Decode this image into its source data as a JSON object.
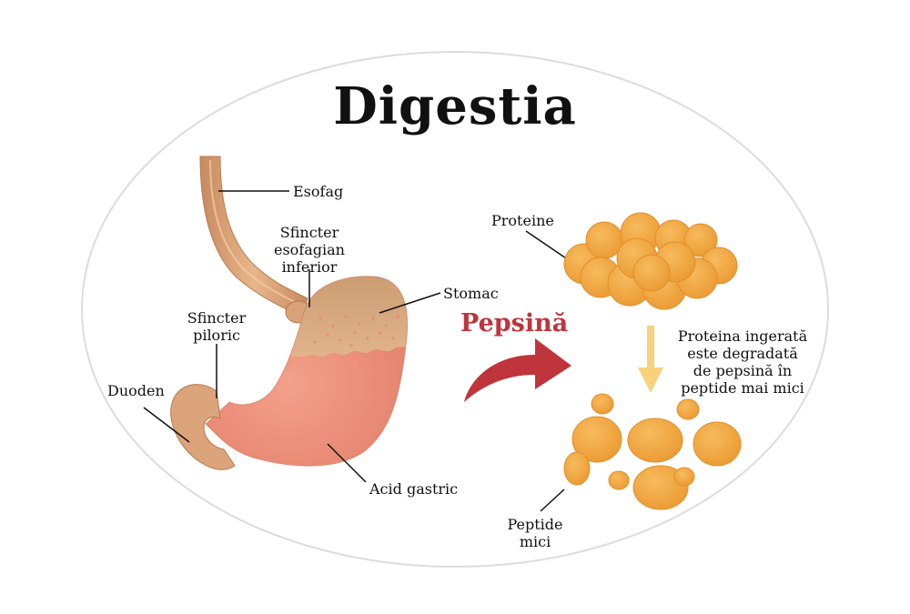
{
  "title": "Digestia",
  "labels": {
    "esophagus": "Esofag",
    "lower_sphincter": [
      "Sfincter",
      "esofagian",
      "inferior"
    ],
    "stomach": "Stomac",
    "pyloric_sphincter": [
      "Sfincter",
      "piloric"
    ],
    "duodenum": "Duoden",
    "gastric_acid": "Acid gastric",
    "pepsin": "Pepsină",
    "proteins": "Proteine",
    "process_note": [
      "Proteina ingerată",
      "este degradată",
      "de pepsină în",
      "peptide mai mici"
    ],
    "small_peptides": [
      "Peptide",
      "mici"
    ]
  },
  "colors": {
    "esophagus": "#dba57b",
    "stomach_acid": "#ec8a73",
    "stomach_top": "#d9a57a",
    "pepsin_arrow": "#c0343b",
    "protein": "#f2a33e",
    "down_arrow": "#f7d27a",
    "outline": "#dcdcdc"
  }
}
